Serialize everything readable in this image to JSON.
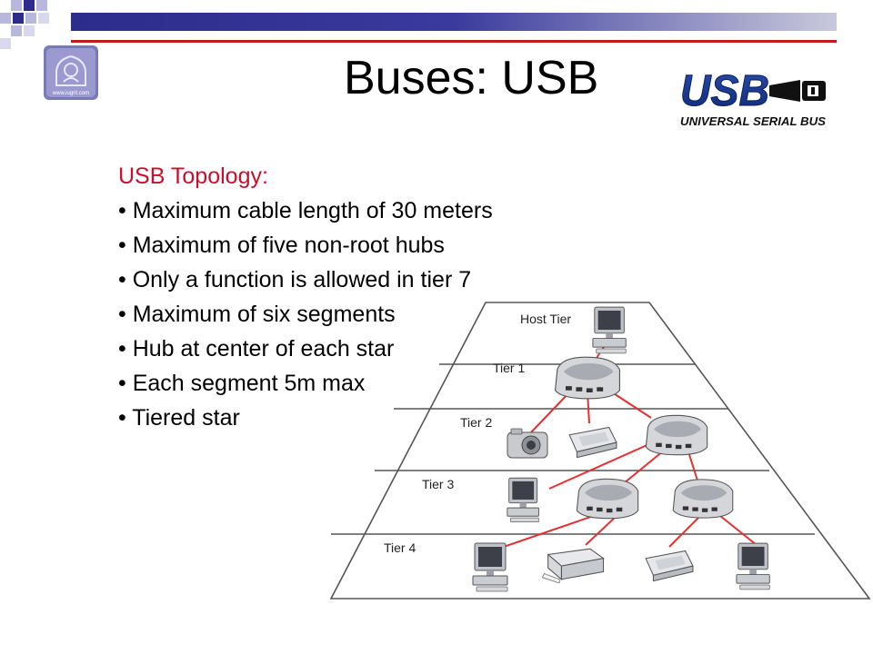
{
  "slide": {
    "title": "Buses: USB",
    "badge_text": "www.iugrit.com",
    "logo": {
      "main_text": "USB",
      "sub_text": "UNIVERSAL SERIAL BUS"
    },
    "accent_colors": {
      "bar": "#2c2c8c",
      "line": "#c11b1b",
      "heading": "#c8102e",
      "cable": "#e63030"
    }
  },
  "content": {
    "heading": "USB Topology:",
    "bullets": [
      "Maximum cable length of 30 meters",
      "Maximum of five non-root hubs",
      "Only a function is allowed in tier 7",
      "Maximum of six segments",
      "Hub at center of each star",
      "Each segment 5m max",
      "Tiered star"
    ]
  },
  "diagram": {
    "tiers": [
      "Host Tier",
      "Tier 1",
      "Tier 2",
      "Tier 3",
      "Tier 4"
    ]
  }
}
